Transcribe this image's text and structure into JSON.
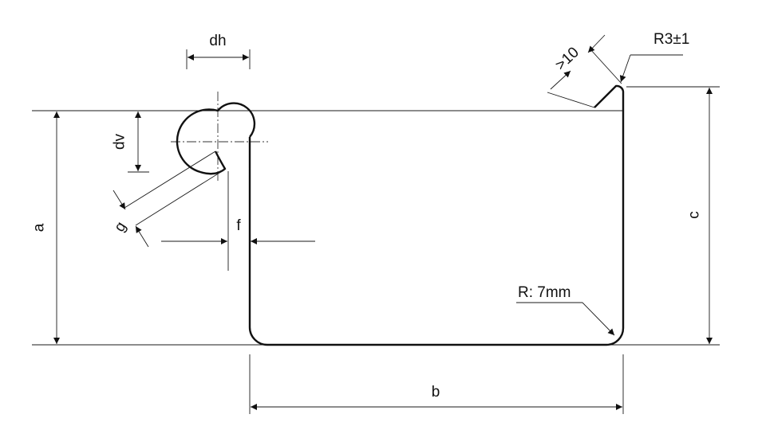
{
  "labels": {
    "dh": "dh",
    "dv": "dv",
    "a": "a",
    "b": "b",
    "c": "c",
    "f": "f",
    "g": "g",
    "min_length": ">10",
    "tip_radius": "R3±1",
    "bend_radius": "R: 7mm"
  },
  "colors": {
    "line": "#111111",
    "background": "#ffffff"
  },
  "icons": {
    "arrowhead": "filled-triangle-arrowhead"
  }
}
